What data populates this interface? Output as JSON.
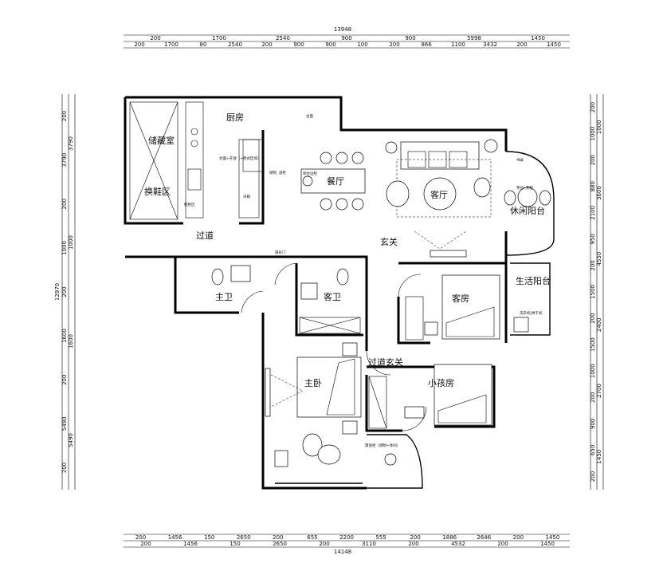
{
  "rooms": {
    "storage": "储藏室",
    "kitchen": "厨房",
    "shoe_area": "换鞋区",
    "dining": "餐厅",
    "living": "客厅",
    "leisure_balcony": "休闲阳台",
    "corridor": "过道",
    "entrance": "玄关",
    "utility_balcony": "生活阳台",
    "master_bath": "主卫",
    "guest_bath": "客卫",
    "guest_room": "客房",
    "corridor_entrance": "过道玄关",
    "master_bedroom": "主卧",
    "kids_room": "小孩房"
  },
  "notes": {
    "tai_mian": "台面",
    "kitchen_counter": "台面+开放（+柜式区域）",
    "hidden_door": "隐形门",
    "tea_cabinet": "茶台, 茶柜",
    "bar_counter": "吧台边柜",
    "washer": "洗衣机/烘干机",
    "bay_window": "飘窗柜（储物+休闲）",
    "kitchen_label_a": "储物, 酒柜",
    "kitchen_label_b": "冰箱",
    "shoe_cab": "鞋柜区",
    "balcony_label": "书桌"
  },
  "dims_top": {
    "total": "13948",
    "row1": [
      "200",
      "1700",
      "2540",
      "900",
      "900",
      "5998",
      "1450"
    ],
    "row2": [
      "200",
      "1700",
      "80",
      "2540",
      "200",
      "900",
      "900",
      "100",
      "200",
      "866",
      "1100",
      "3432",
      "200",
      "1450"
    ]
  },
  "dims_bottom": {
    "total": "14148",
    "row1": [
      "200",
      "1456",
      "150",
      "2650",
      "200",
      "655",
      "2200",
      "555",
      "200",
      "1886",
      "2646",
      "200",
      "1450"
    ],
    "row2": [
      "200",
      "1456",
      "150",
      "2650",
      "200",
      "3110",
      "200",
      "4532",
      "200",
      "1450"
    ]
  },
  "dims_left": {
    "total": "12970",
    "row1": [
      "200",
      "3790",
      "200",
      "1000",
      "200",
      "1600",
      "200",
      "5490",
      "200"
    ],
    "row2": [
      "3790",
      "1000",
      "1600",
      "5490"
    ]
  },
  "dims_right": {
    "total": "12970",
    "row1": [
      "200",
      "1000",
      "200",
      "880",
      "2100",
      "950",
      "200",
      "1500",
      "200",
      "1500",
      "1000",
      "200",
      "900",
      "650",
      "200"
    ],
    "row2": [
      "1000",
      "3600",
      "4550",
      "2400",
      "2700",
      "1450"
    ]
  }
}
